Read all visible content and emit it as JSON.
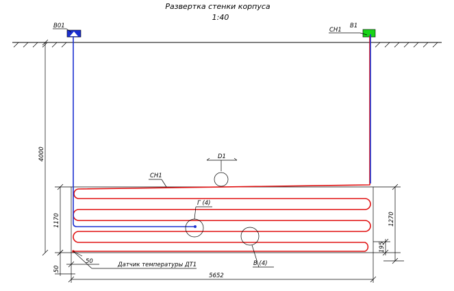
{
  "title": "Развертка стенки корпуса",
  "scale": "1:40",
  "labels": {
    "b01": "В01",
    "ch1_top": "СН1",
    "b1": "В1",
    "d1": "D1",
    "ch1_mid": "СН1",
    "g4": "Г (4)",
    "v4": "В (4)",
    "sensor": "Датчик температуры ДТ1"
  },
  "dimensions": {
    "height_total": "4000",
    "left_coil": "1170",
    "right_coil": "1270",
    "right_small": "195",
    "bottom_offset": "50",
    "left_offset": "50",
    "width_total": "5652"
  },
  "colors": {
    "pipe_blue": "#1a2fd0",
    "coil_red": "#e01010",
    "marker_green": "#18d418",
    "line": "#000000"
  }
}
